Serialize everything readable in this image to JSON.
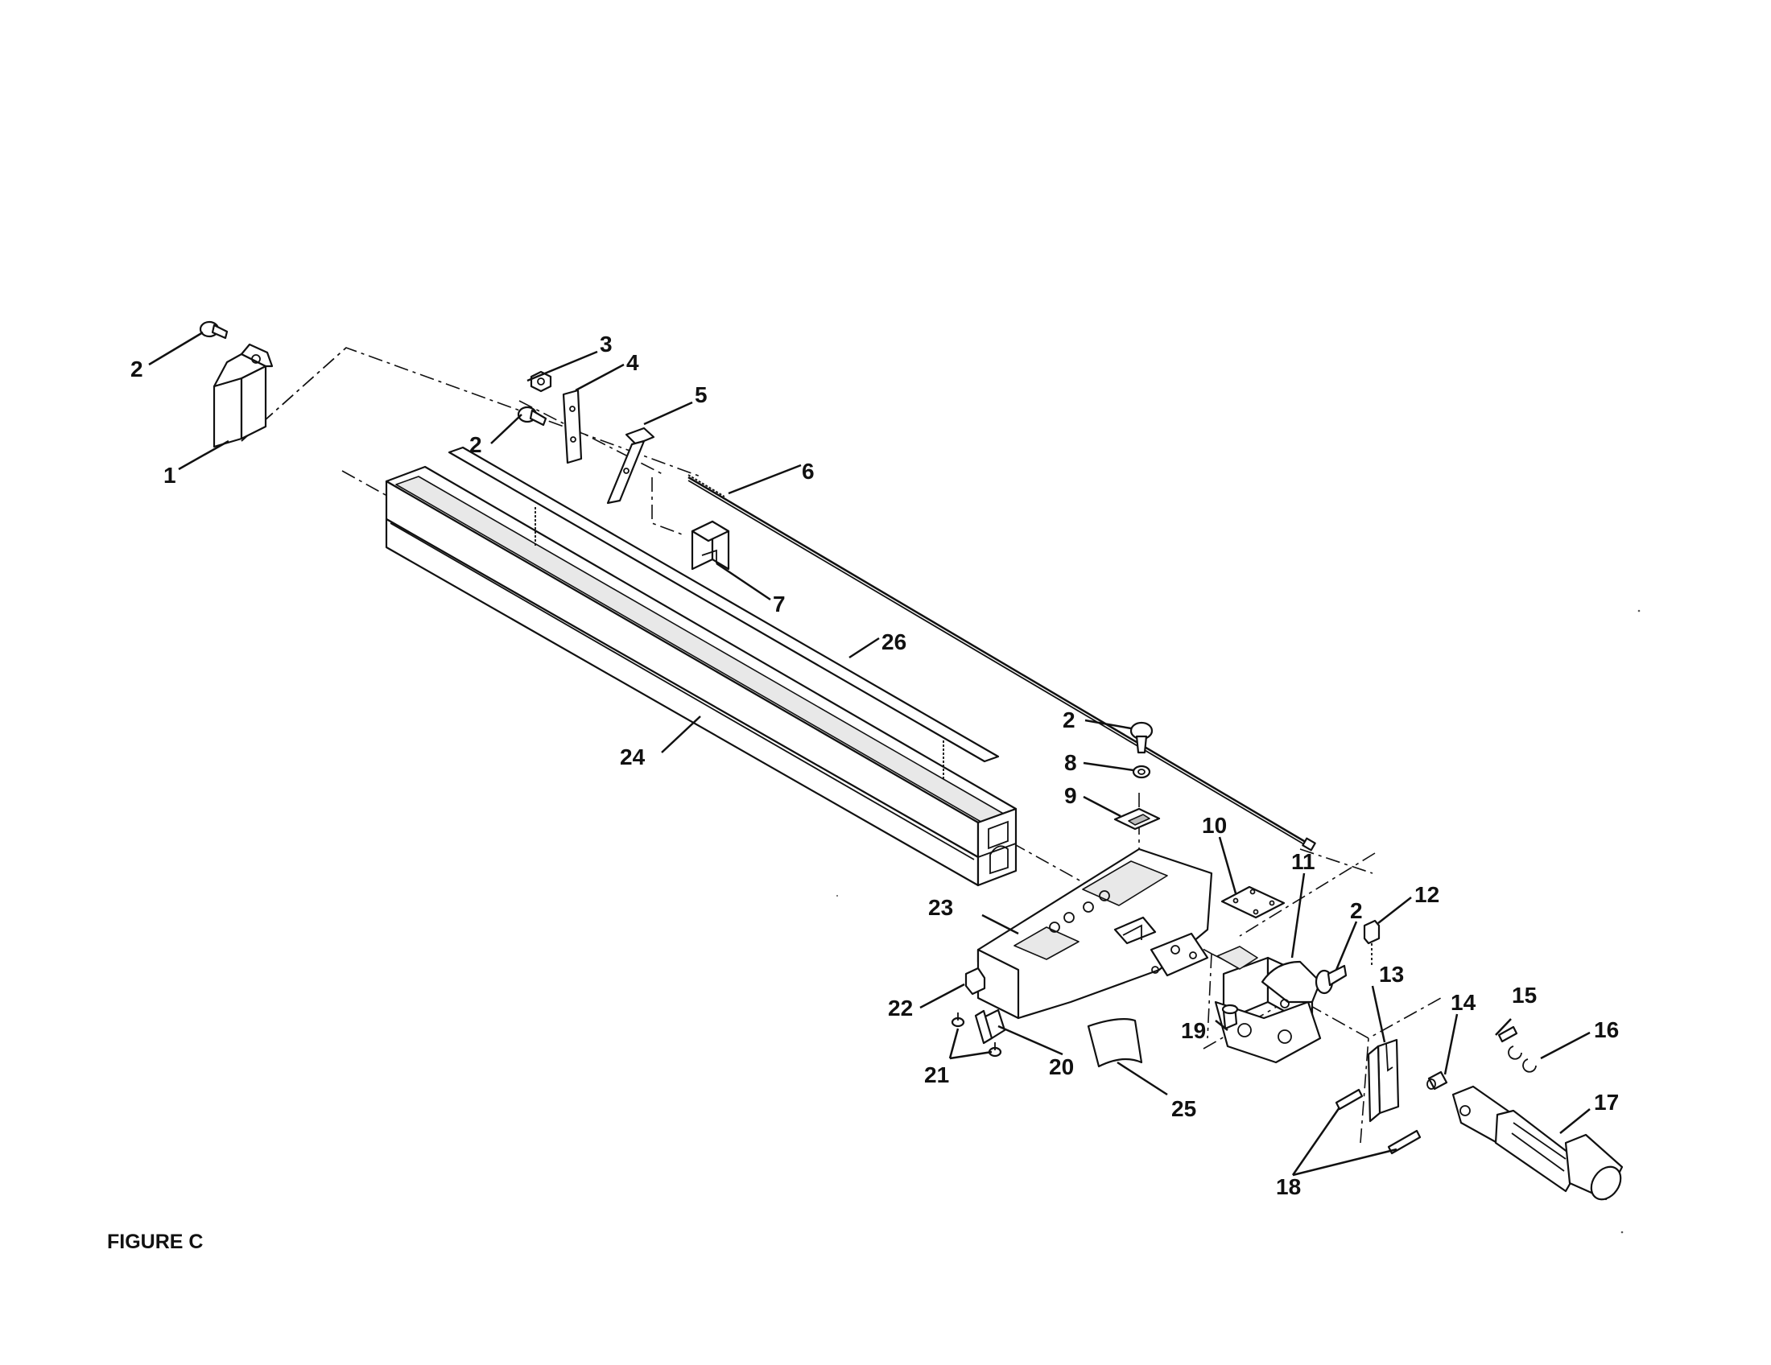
{
  "figure": {
    "caption": "FIGURE C"
  },
  "callouts": [
    {
      "id": "c1",
      "label": "1"
    },
    {
      "id": "c2a",
      "label": "2"
    },
    {
      "id": "c2b",
      "label": "2"
    },
    {
      "id": "c2c",
      "label": "2"
    },
    {
      "id": "c2d",
      "label": "2"
    },
    {
      "id": "c3",
      "label": "3"
    },
    {
      "id": "c4",
      "label": "4"
    },
    {
      "id": "c5",
      "label": "5"
    },
    {
      "id": "c6",
      "label": "6"
    },
    {
      "id": "c7",
      "label": "7"
    },
    {
      "id": "c8",
      "label": "8"
    },
    {
      "id": "c9",
      "label": "9"
    },
    {
      "id": "c10",
      "label": "10"
    },
    {
      "id": "c11",
      "label": "11"
    },
    {
      "id": "c12",
      "label": "12"
    },
    {
      "id": "c13",
      "label": "13"
    },
    {
      "id": "c14",
      "label": "14"
    },
    {
      "id": "c15",
      "label": "15"
    },
    {
      "id": "c16",
      "label": "16"
    },
    {
      "id": "c17",
      "label": "17"
    },
    {
      "id": "c18",
      "label": "18"
    },
    {
      "id": "c19",
      "label": "19"
    },
    {
      "id": "c20",
      "label": "20"
    },
    {
      "id": "c21",
      "label": "21"
    },
    {
      "id": "c22",
      "label": "22"
    },
    {
      "id": "c23",
      "label": "23"
    },
    {
      "id": "c24",
      "label": "24"
    },
    {
      "id": "c25",
      "label": "25"
    },
    {
      "id": "c26",
      "label": "26"
    }
  ]
}
